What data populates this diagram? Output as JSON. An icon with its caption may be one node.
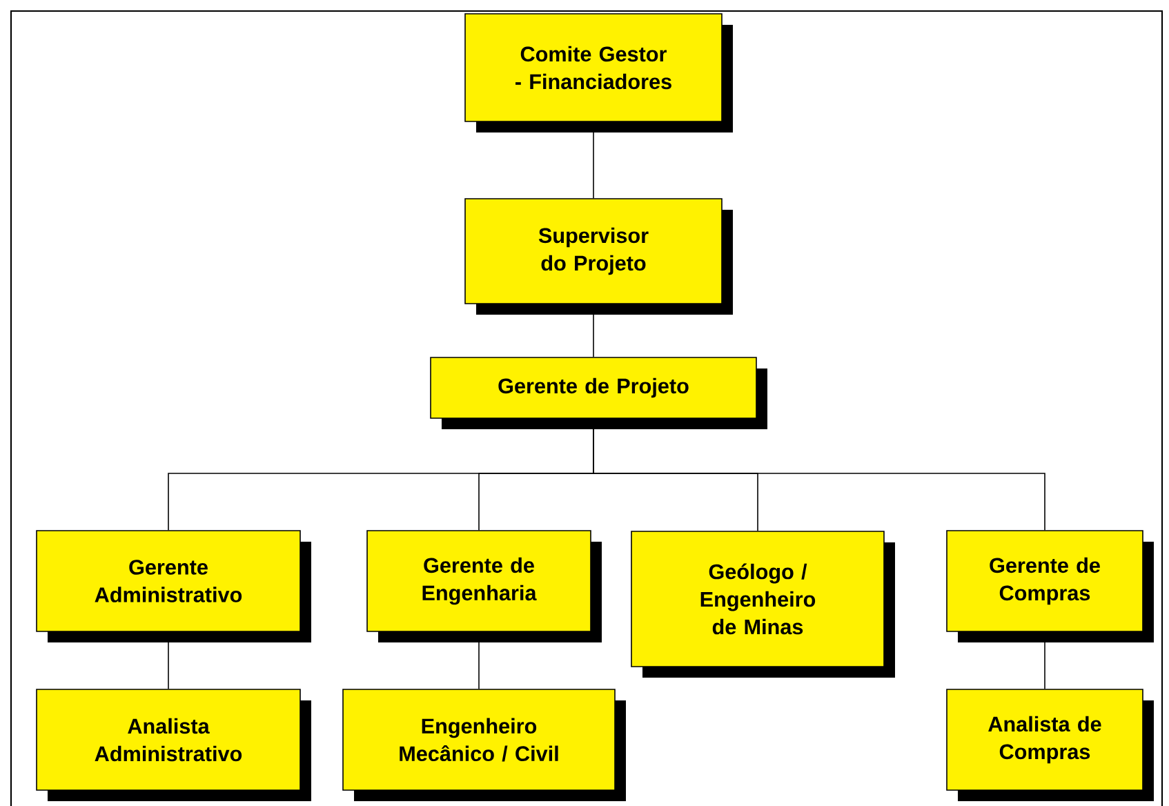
{
  "diagram": {
    "nodes": [
      {
        "text": [
          "Comite Gestor - Financiadores"
        ]
      },
      {
        "text": [
          "Supervisor do Projeto"
        ]
      },
      {
        "text": [
          "Gerente de Projeto"
        ]
      },
      {
        "text": [
          "Gerente Administrativo"
        ]
      },
      {
        "text": [
          "Gerente de Engenharia"
        ]
      },
      {
        "text": [
          "Geólogo / Engenheiro de Minas"
        ]
      },
      {
        "text": [
          "Gerente de Compras"
        ]
      },
      {
        "text": [
          "Analista Administrativo"
        ]
      },
      {
        "text": [
          "Engenheiro Mecânico / Civil"
        ]
      },
      {
        "text": [
          "Analista de Compras"
        ]
      }
    ],
    "edges": [
      {
        "from": 0,
        "to": 1,
        "arrow": "none"
      },
      {
        "from": 1,
        "to": 2,
        "arrow": "none"
      },
      {
        "from": 2,
        "to": 3,
        "arrow": "none"
      },
      {
        "from": 2,
        "to": 4,
        "arrow": "none"
      },
      {
        "from": 2,
        "to": 5,
        "arrow": "none"
      },
      {
        "from": 2,
        "to": 6,
        "arrow": "none"
      },
      {
        "from": 3,
        "to": 7,
        "arrow": "none"
      },
      {
        "from": 4,
        "to": 8,
        "arrow": "none"
      },
      {
        "from": 6,
        "to": 9,
        "arrow": "none"
      }
    ]
  }
}
